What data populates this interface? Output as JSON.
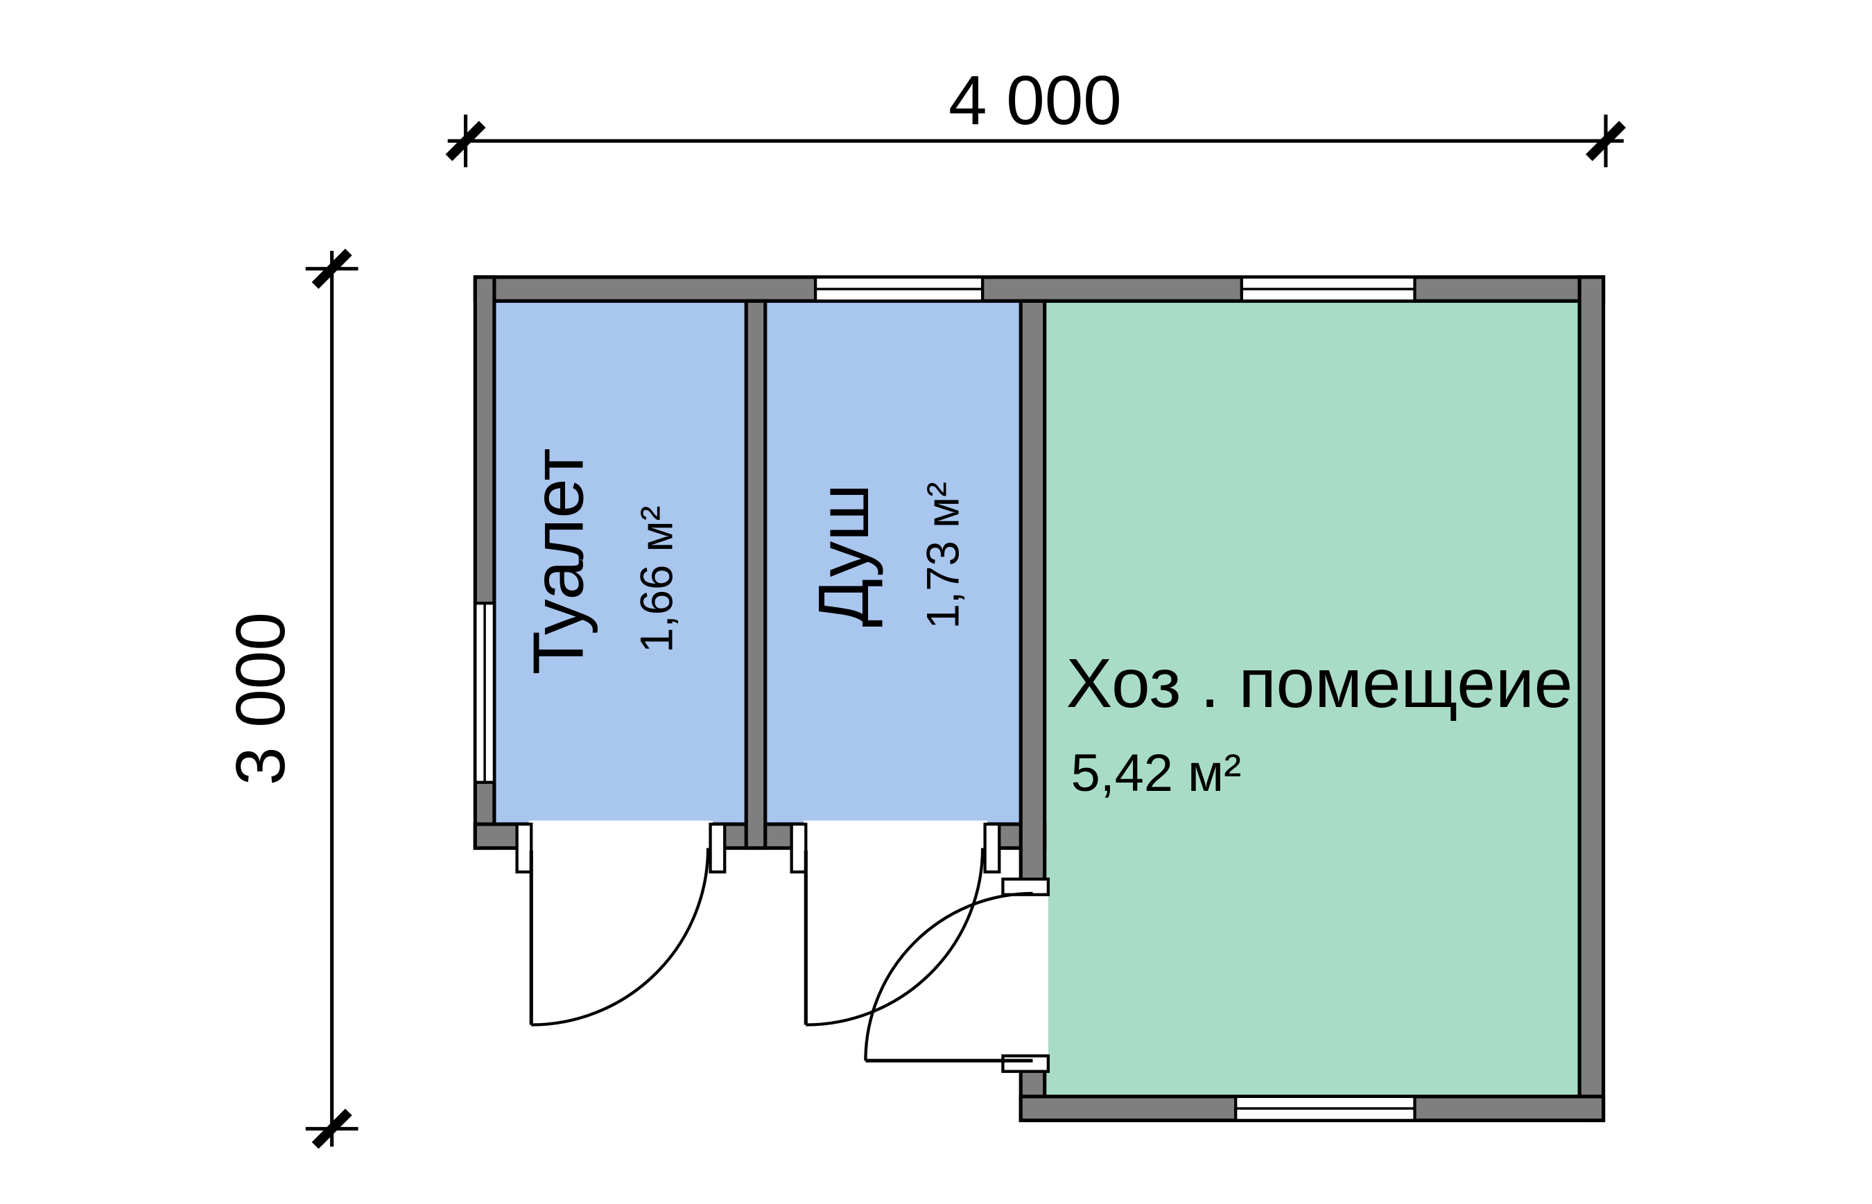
{
  "dim": {
    "width": "4 000",
    "height": "3 000"
  },
  "rooms": [
    {
      "name": "Туалет",
      "area": "1,66 м²",
      "fill": "#a9c6ee"
    },
    {
      "name": "Душ",
      "area": "1,73 м²",
      "fill": "#a9c6ee"
    },
    {
      "name": "Хоз . помещеие",
      "area": "5,42 м²",
      "fill": "#a9dcc7"
    }
  ],
  "colors": {
    "wall": "#7f7f7f",
    "outline": "#000000",
    "room_blue": "#a9c6ee",
    "room_green": "#a9dcc7",
    "background": "#ffffff"
  }
}
